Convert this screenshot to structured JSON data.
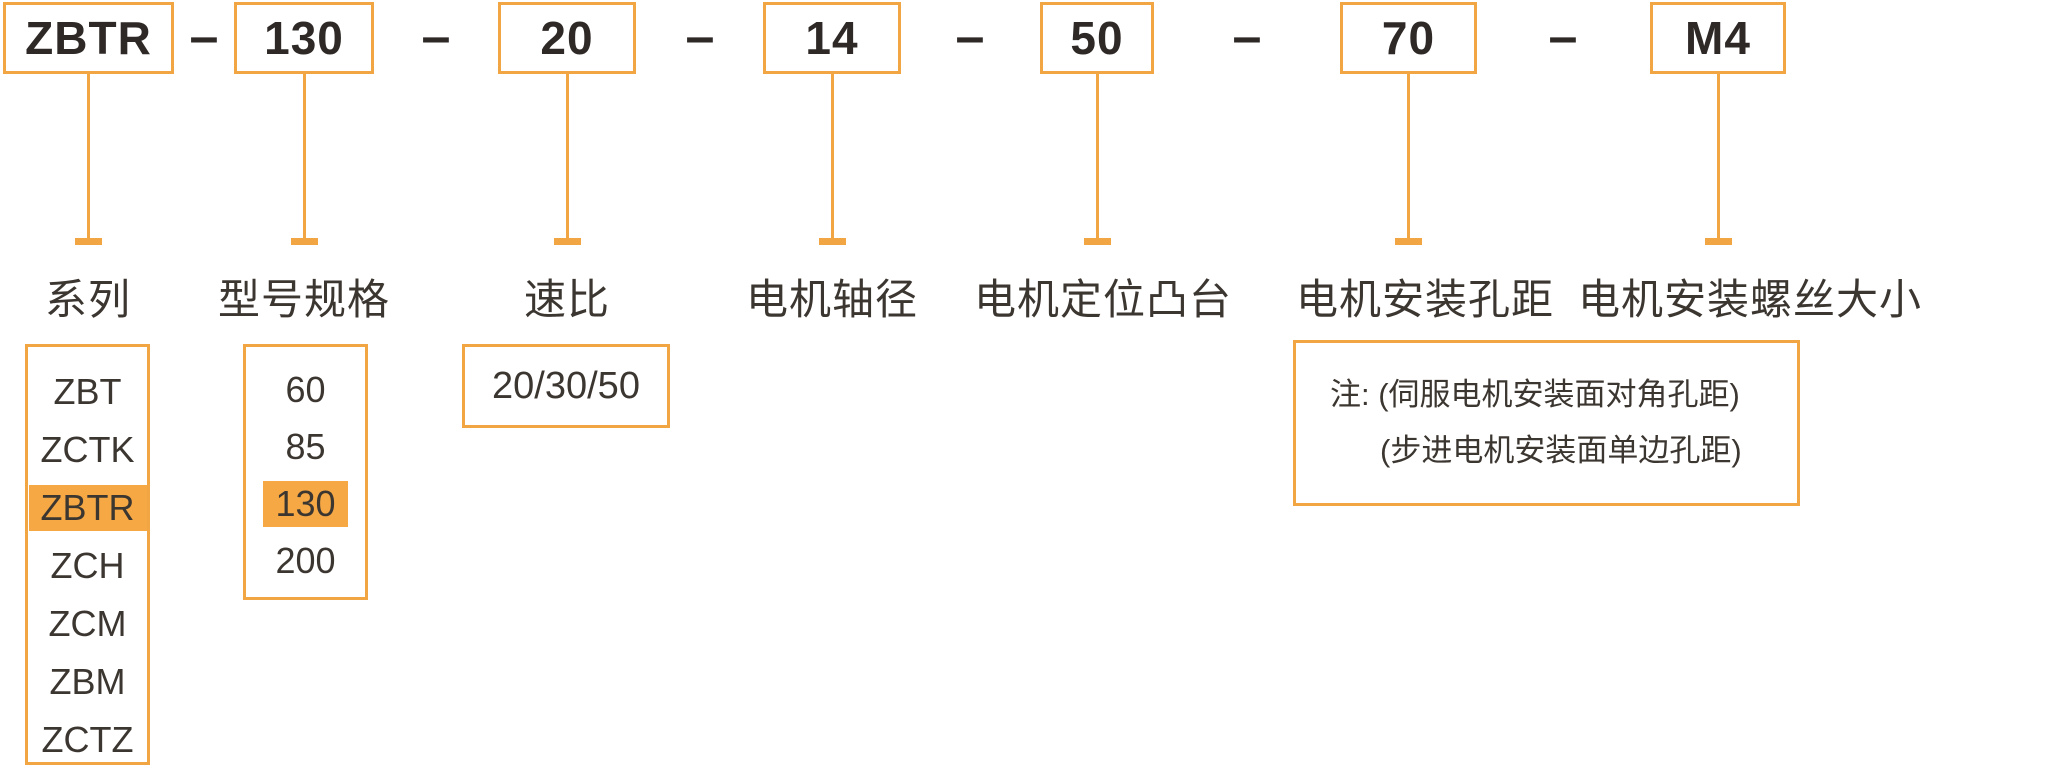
{
  "code": {
    "separator": "–",
    "segments": [
      {
        "value": "ZBTR",
        "label": "系列"
      },
      {
        "value": "130",
        "label": "型号规格"
      },
      {
        "value": "20",
        "label": "速比"
      },
      {
        "value": "14",
        "label": "电机轴径"
      },
      {
        "value": "50",
        "label": "电机定位凸台"
      },
      {
        "value": "70",
        "label": "电机安装孔距"
      },
      {
        "value": "M4",
        "label": "电机安装螺丝大小"
      }
    ]
  },
  "series_options": {
    "items": [
      "ZBT",
      "ZCTK",
      "ZBTR",
      "ZCH",
      "ZCM",
      "ZBM",
      "ZCTZ"
    ],
    "selected": "ZBTR"
  },
  "model_spec_options": {
    "items": [
      "60",
      "85",
      "130",
      "200"
    ],
    "selected": "130"
  },
  "speed_ratio_options": {
    "value": "20/30/50"
  },
  "mounting_hole_note": {
    "line1": "注: (伺服电机安装面对角孔距)",
    "line2": "(步进电机安装面单边孔距)"
  },
  "colors": {
    "accent_orange": "#F2A543",
    "highlight_orange": "#F6A844",
    "text_dark": "#2E2927",
    "text_body": "#3C3631"
  }
}
